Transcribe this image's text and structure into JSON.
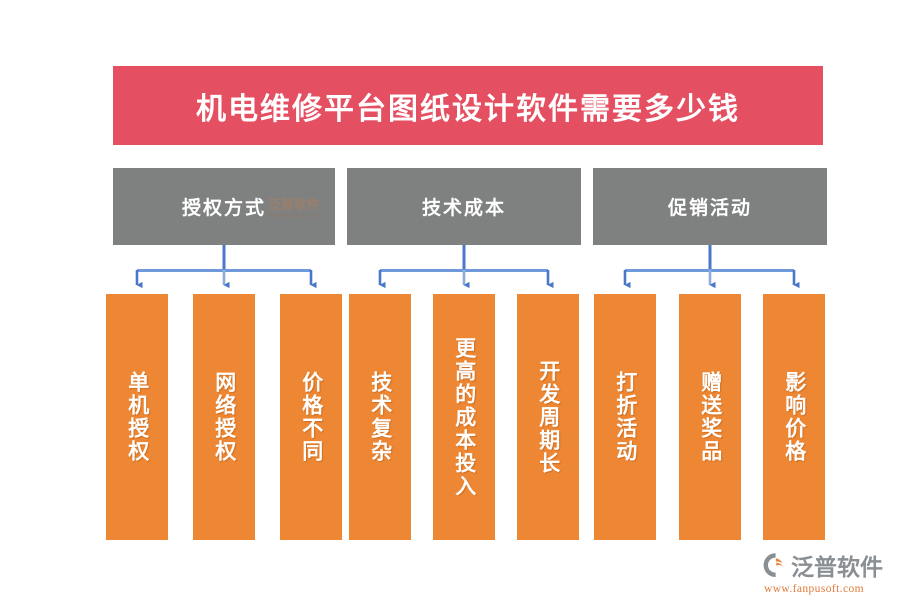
{
  "colors": {
    "title_bg": "#e54f62",
    "category_bg": "#7f8080",
    "leaf_bg": "#ed8733",
    "connector": "#4a78c8",
    "connector_light": "#8fabdd",
    "text_on_color": "#ffffff",
    "page_bg": "#ffffff",
    "brand_gray": "#8a8f94",
    "brand_orange": "#e07a3a"
  },
  "title": {
    "text": "机电维修平台图纸设计软件需要多少钱"
  },
  "categories": [
    {
      "label": "授权方式"
    },
    {
      "label": "技术成本"
    },
    {
      "label": "促销活动"
    }
  ],
  "leaves": [
    {
      "label": "单机授权",
      "group": "授权方式"
    },
    {
      "label": "网络授权",
      "group": "授权方式"
    },
    {
      "label": "价格不同",
      "group": "授权方式"
    },
    {
      "label": "技术复杂",
      "group": "技术成本"
    },
    {
      "label": "更高的成本投入",
      "group": "技术成本"
    },
    {
      "label": "开发周期长",
      "group": "技术成本"
    },
    {
      "label": "打折活动",
      "group": "促销活动"
    },
    {
      "label": "赠送奖品",
      "group": "促销活动"
    },
    {
      "label": "影响价格",
      "group": "促销活动"
    }
  ],
  "watermark": {
    "name": "泛普软件",
    "url": "www.fanpusoft.com"
  },
  "brand": {
    "name": "泛普软件",
    "url": "www.fanpusoft.com"
  }
}
